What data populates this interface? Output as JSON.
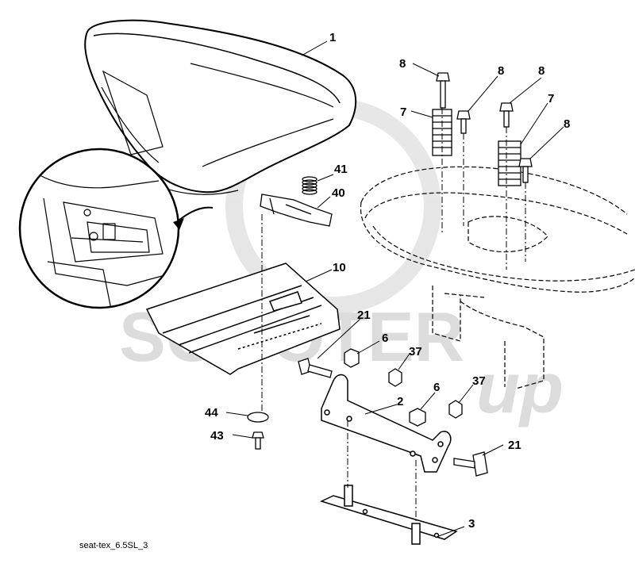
{
  "caption": "seat-tex_6.5SL_3",
  "watermark": {
    "text_main": "SCOOTER",
    "text_script": "up"
  },
  "callouts": {
    "c1": "1",
    "c2": "2",
    "c3": "3",
    "c6a": "6",
    "c6b": "6",
    "c7a": "7",
    "c7b": "7",
    "c8a": "8",
    "c8b": "8",
    "c8c": "8",
    "c8d": "8",
    "c10": "10",
    "c21a": "21",
    "c21b": "21",
    "c37a": "37",
    "c37b": "37",
    "c40": "40",
    "c41": "41",
    "c43": "43",
    "c44": "44"
  },
  "colors": {
    "line": "#000000",
    "watermark": "#d9d9d9",
    "background": "#ffffff"
  }
}
